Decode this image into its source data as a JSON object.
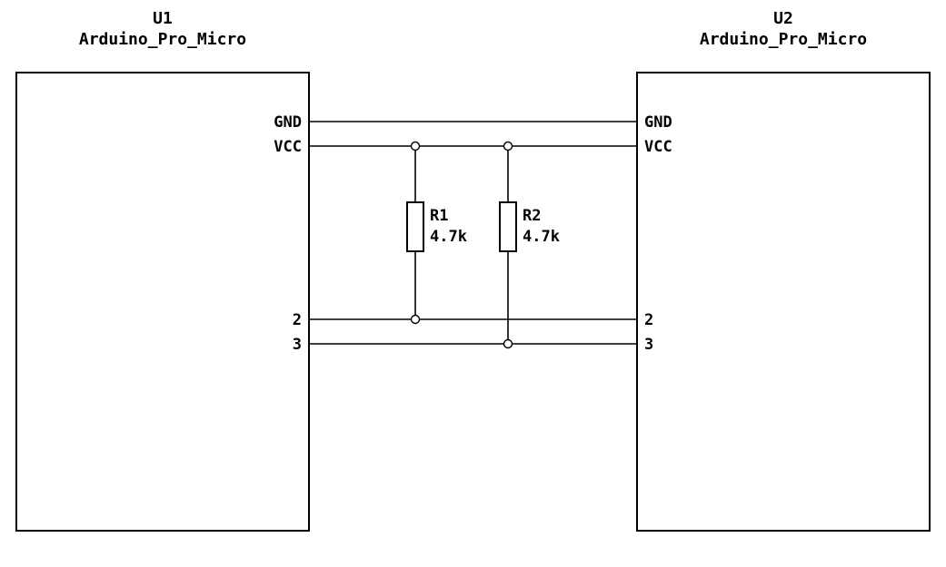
{
  "components": {
    "u1": {
      "ref": "U1",
      "value": "Arduino_Pro_Micro",
      "pins": {
        "gnd": "GND",
        "vcc": "VCC",
        "p2": "2",
        "p3": "3"
      }
    },
    "u2": {
      "ref": "U2",
      "value": "Arduino_Pro_Micro",
      "pins": {
        "gnd": "GND",
        "vcc": "VCC",
        "p2": "2",
        "p3": "3"
      }
    },
    "r1": {
      "ref": "R1",
      "value": "4.7k"
    },
    "r2": {
      "ref": "R2",
      "value": "4.7k"
    }
  },
  "colors": {
    "wire": "#000000",
    "background": "#ffffff"
  }
}
